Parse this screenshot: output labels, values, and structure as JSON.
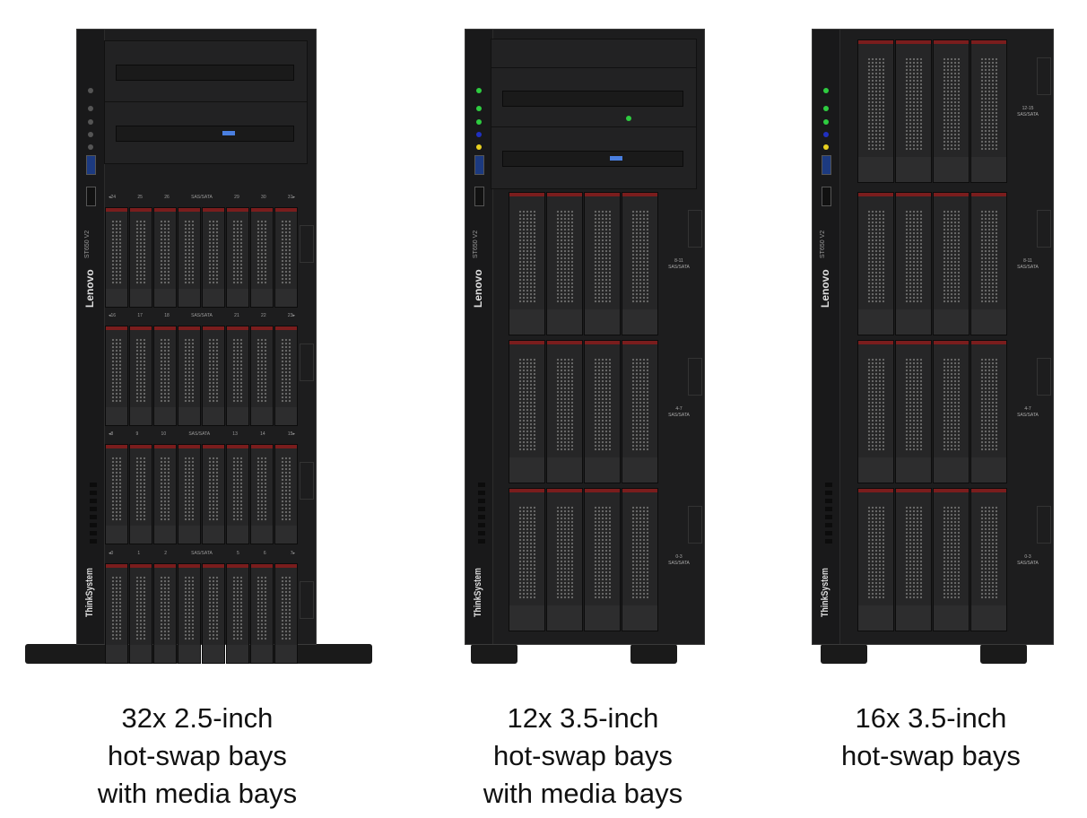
{
  "servers": [
    {
      "model_label": "ST650 V2",
      "brand": "Lenovo",
      "product_line": "ThinkSystem",
      "caption": [
        "32x 2.5-inch",
        "hot-swap bays",
        "with media bays"
      ],
      "row_labels": [
        [
          "◂24",
          "25",
          "26",
          "SAS/SATA",
          "29",
          "30",
          "31▸"
        ],
        [
          "◂16",
          "17",
          "18",
          "SAS/SATA",
          "21",
          "22",
          "23▸"
        ],
        [
          "◂8",
          "9",
          "10",
          "SAS/SATA",
          "13",
          "14",
          "15▸"
        ],
        [
          "◂0",
          "1",
          "2",
          "SAS/SATA",
          "5",
          "6",
          "7▸"
        ]
      ]
    },
    {
      "model_label": "ST650 V2",
      "brand": "Lenovo",
      "product_line": "ThinkSystem",
      "caption": [
        "12x 3.5-inch",
        "hot-swap bays",
        "with media bays"
      ],
      "bay_labels": [
        [
          "8-11",
          "SAS/SATA"
        ],
        [
          "4-7",
          "SAS/SATA"
        ],
        [
          "0-3",
          "SAS/SATA"
        ]
      ]
    },
    {
      "model_label": "ST650 V2",
      "brand": "Lenovo",
      "product_line": "ThinkSystem",
      "caption": [
        "16x 3.5-inch",
        "hot-swap bays"
      ],
      "bay_labels": [
        [
          "12-15",
          "SAS/SATA"
        ],
        [
          "8-11",
          "SAS/SATA"
        ],
        [
          "4-7",
          "SAS/SATA"
        ],
        [
          "0-3",
          "SAS/SATA"
        ]
      ]
    }
  ],
  "colors": {
    "chassis": "#1d1d1e",
    "drive_latch": "#7a1d1d",
    "power_led": "#2ecc40",
    "id_led": "#2030c0",
    "fault_led": "#e8d020"
  }
}
